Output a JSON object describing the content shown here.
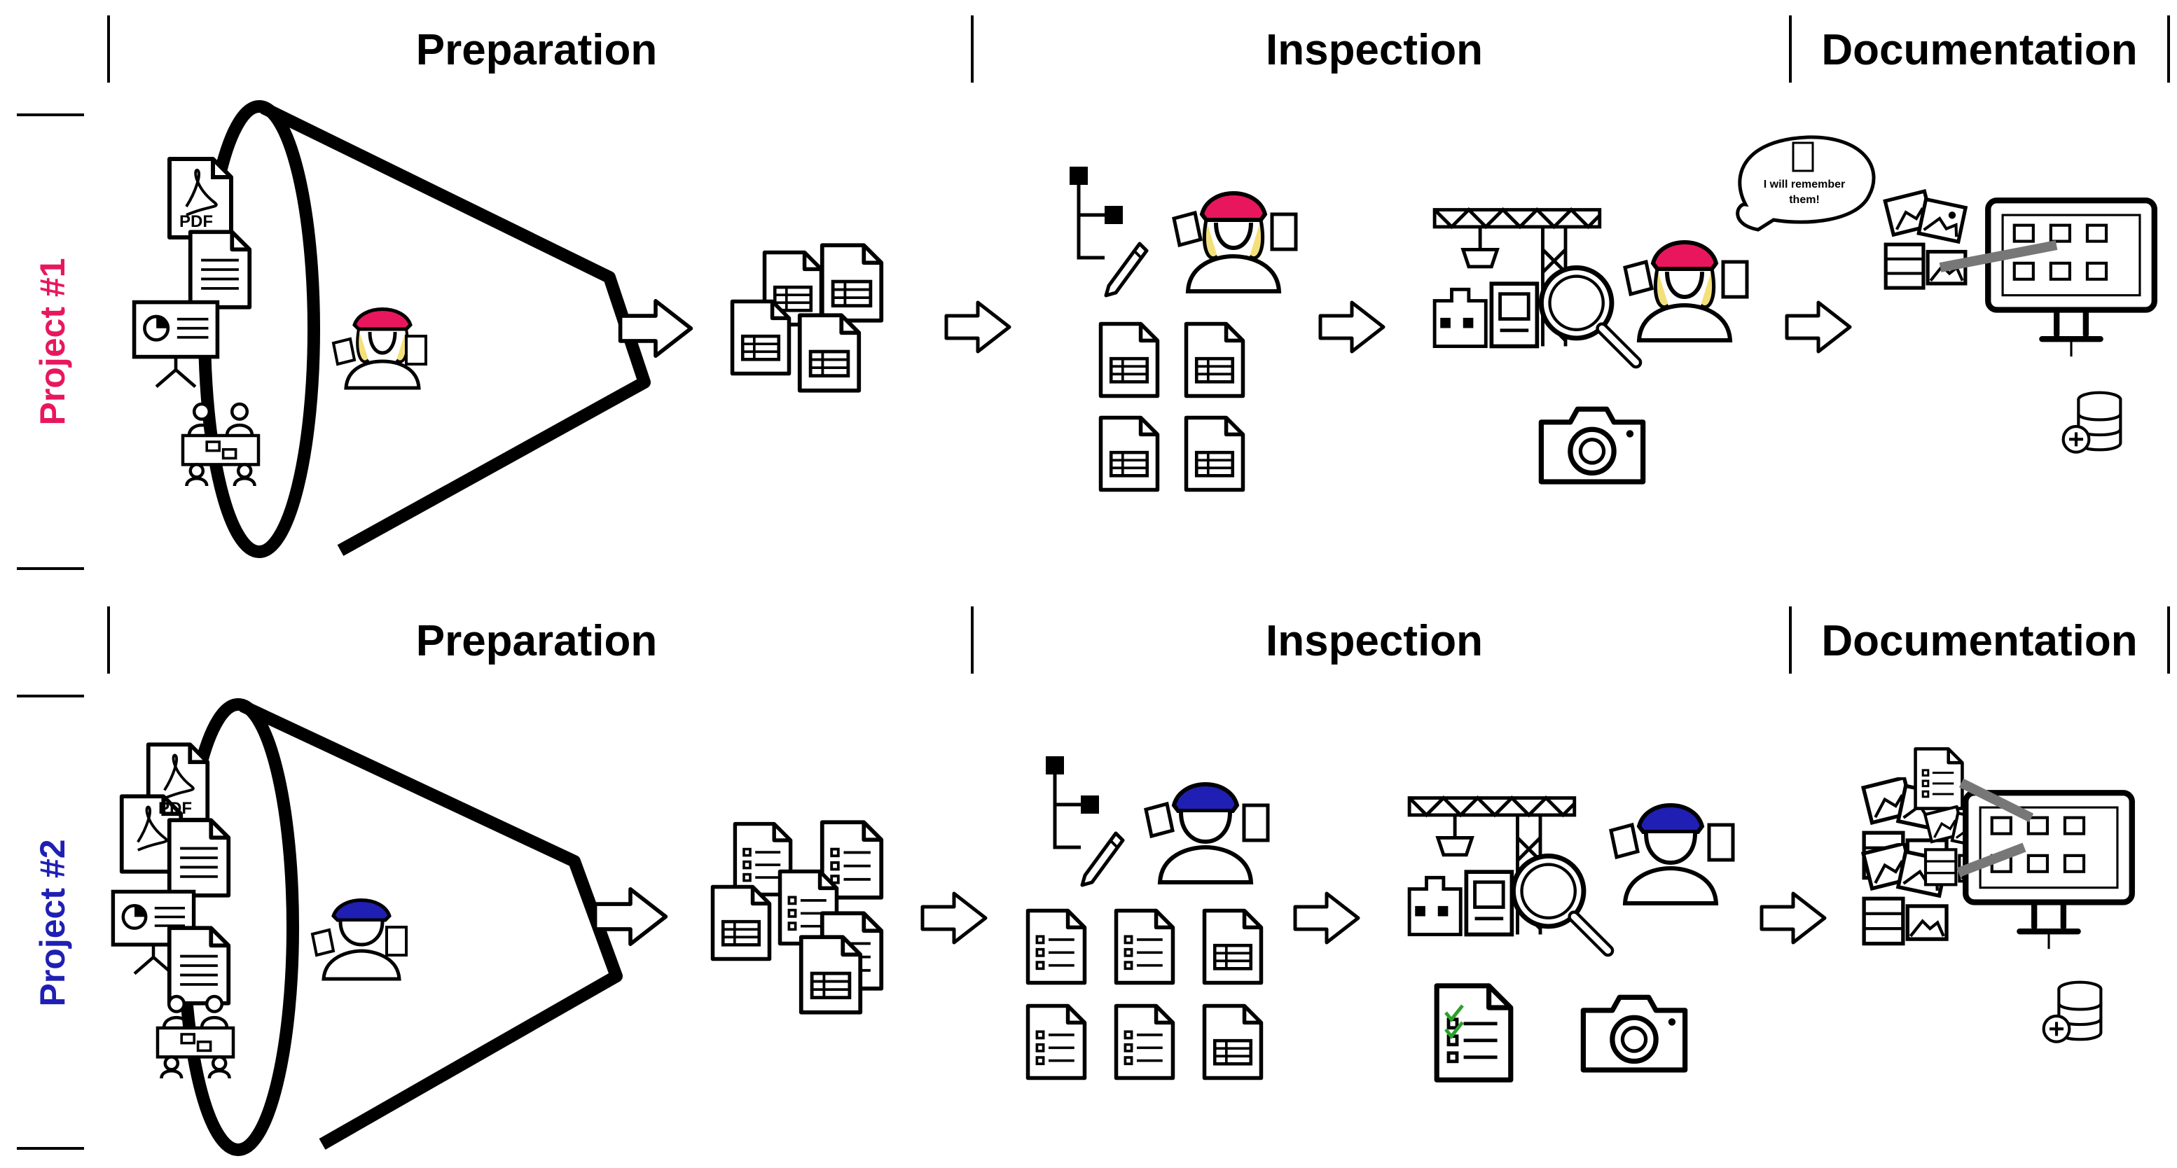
{
  "diagram": {
    "stages": [
      "Preparation",
      "Inspection",
      "Documentation"
    ],
    "rows": [
      {
        "label": "Project #1",
        "color": "#e8175d",
        "helmet_color": "#e8175d",
        "inspector": "female"
      },
      {
        "label": "Project #2",
        "color": "#1f1fb4",
        "helmet_color": "#1f1fb4",
        "inspector": "male"
      }
    ],
    "pdf_label": "PDF",
    "speech_bubble": [
      "I will remember",
      "them!"
    ],
    "colors": {
      "line": "#000000",
      "arrow_fill": "#ffffff",
      "check": "#2ca02c",
      "hair": "#f3e07a",
      "database_plus": "#000000"
    },
    "icons": [
      "funnel-icon",
      "pdf-document-icon",
      "text-document-icon",
      "presentation-board-icon",
      "meeting-icon",
      "worker-icon",
      "spreadsheet-document-icon",
      "checklist-document-icon",
      "hierarchy-tree-icon",
      "pencil-icon",
      "crane-factory-icon",
      "magnifier-icon",
      "camera-icon",
      "speech-bubble-icon",
      "image-gallery-icon",
      "monitor-icon",
      "database-add-icon",
      "arrow-right-icon"
    ]
  }
}
